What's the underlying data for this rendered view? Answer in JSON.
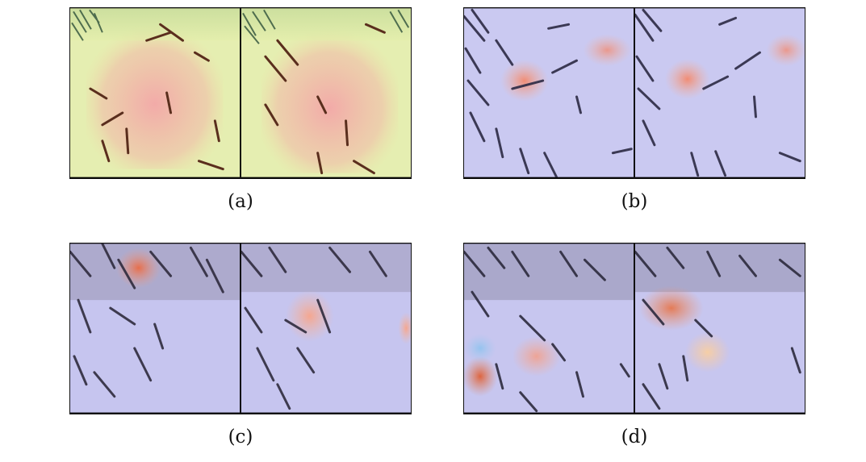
{
  "figure": {
    "panels": [
      {
        "id": "a",
        "label": "(a)",
        "background": "#e6efb0",
        "heat": "#f4a9a8",
        "frame": "#c9dd9c"
      },
      {
        "id": "b",
        "label": "(b)",
        "background": "#c9c8f1",
        "heat": "#f4a58f",
        "frame": "#b8b7e6"
      },
      {
        "id": "c",
        "label": "(c)",
        "background": "#c6c5ef",
        "heat": "#f5a58b",
        "frame": "#b8b7e6"
      },
      {
        "id": "d",
        "label": "(d)",
        "background": "#c7c6ef",
        "heat": "#f6b39a",
        "frame": "#b8b7e6"
      }
    ]
  }
}
